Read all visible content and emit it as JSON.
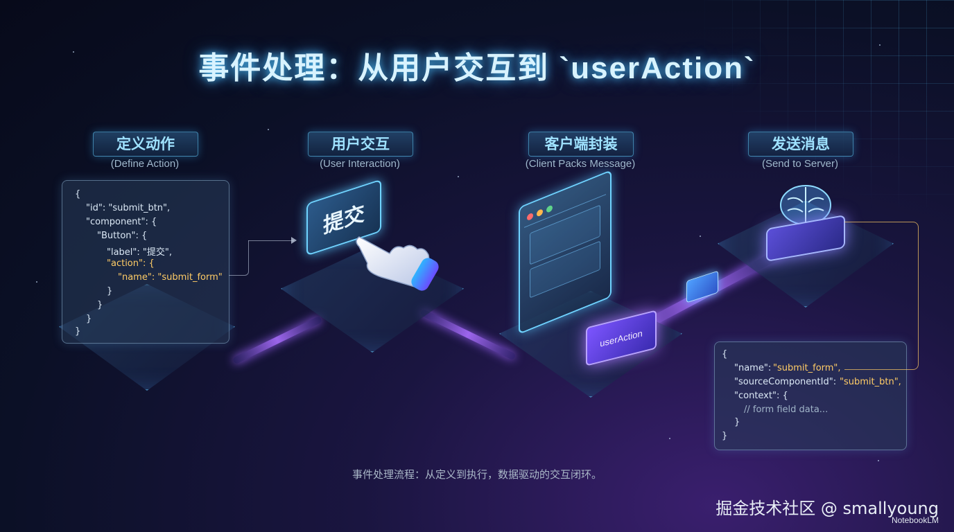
{
  "title": "事件处理：从用户交互到 `userAction`",
  "steps": [
    {
      "label": "定义动作",
      "sub": "(Define Action)"
    },
    {
      "label": "用户交互",
      "sub": "(User Interaction)"
    },
    {
      "label": "客户端封装",
      "sub": "(Client Packs Message)"
    },
    {
      "label": "发送消息",
      "sub": "(Send to Server)"
    }
  ],
  "left_code": {
    "lines": [
      "{",
      "\"id\": \"submit_btn\",",
      "\"component\": {",
      "\"Button\": {",
      "\"label\": \"提交\",",
      "\"action\": {",
      "\"name\": \"submit_form\"",
      "}",
      "}",
      "}",
      "}"
    ]
  },
  "button_label": "提交",
  "chip_label": "userAction",
  "right_code": {
    "lines": [
      "{",
      "\"name\": ",
      "\"submit_form\",",
      "\"sourceComponentId\": ",
      "\"submit_btn\",",
      "\"context\": {",
      "// form field data...",
      "}",
      "}"
    ]
  },
  "caption": "事件处理流程：从定义到执行，数据驱动的交互闭环。",
  "watermark": "掘金技术社区 @ smallyoung",
  "notebook": "NotebookLM",
  "colors": {
    "accent": "#6fd3ff",
    "highlight": "#ffcc66",
    "purple": "#a070ff"
  }
}
